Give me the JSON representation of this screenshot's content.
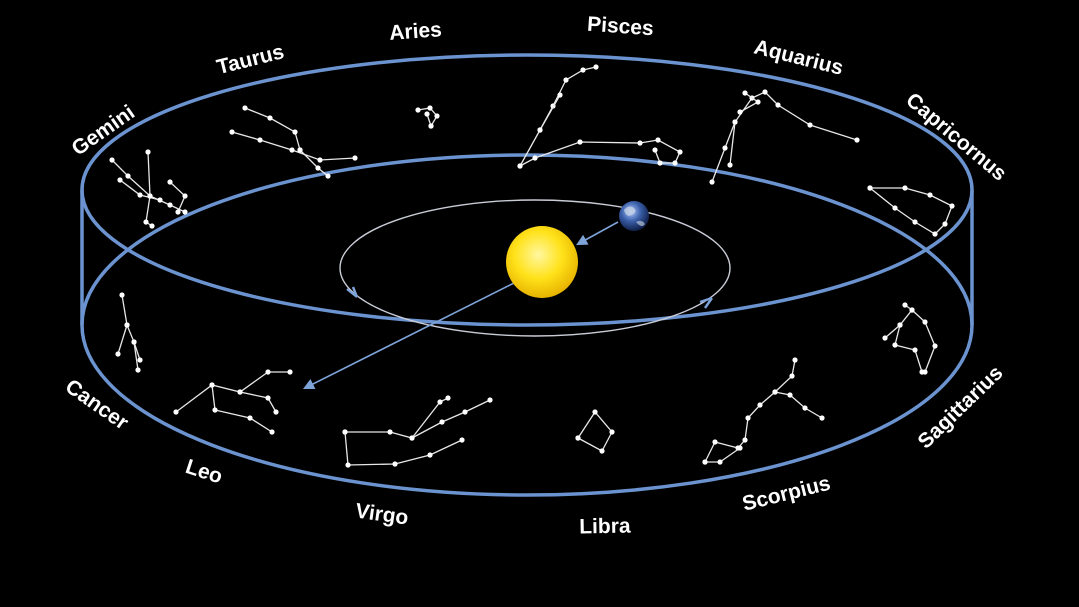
{
  "diagram": {
    "signs": [
      "Aries",
      "Pisces",
      "Aquarius",
      "Capricornus",
      "Sagittarius",
      "Scorpius",
      "Libra",
      "Virgo",
      "Leo",
      "Cancer",
      "Gemini",
      "Taurus"
    ],
    "colors": {
      "background": "#000000",
      "zodiac_band": "#6b93cf",
      "orbit": "#c9ccd6",
      "sun": "#ffe21a",
      "earth": "#3a5fa8",
      "stars": "#ffffff",
      "labels": "#ffffff"
    },
    "icons": {
      "sun": "sun-icon",
      "earth": "earth-icon"
    }
  }
}
